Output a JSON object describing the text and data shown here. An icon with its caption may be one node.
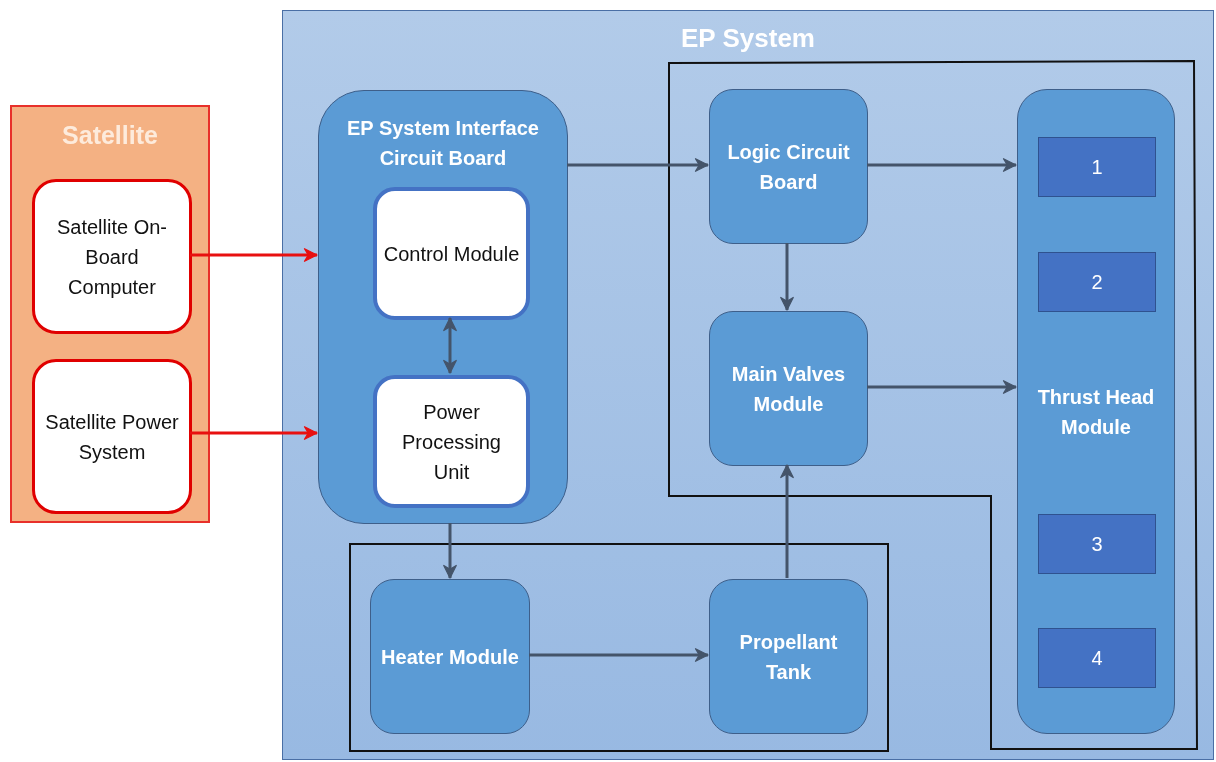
{
  "diagram": {
    "nodes": [
      {
        "text": [
          "Satellite"
        ]
      },
      {
        "text": [
          "Satellite On-Board Computer"
        ],
        "in": 0
      },
      {
        "text": [
          "Satellite Power System"
        ],
        "in": 0
      },
      {
        "text": [
          "EP System"
        ]
      },
      {
        "text": [
          "EP System Interface Circuit Board"
        ],
        "in": 3
      },
      {
        "text": [
          "Control Module"
        ],
        "in": 4
      },
      {
        "text": [
          "Power Processing Unit"
        ],
        "in": 4
      },
      {
        "text": [],
        "shape": "box",
        "in": 3
      },
      {
        "text": [
          "Logic Circuit Board"
        ],
        "in": 7
      },
      {
        "text": [
          "Main Valves Module"
        ],
        "in": 7
      },
      {
        "text": [
          "Thrust Head Module"
        ],
        "in": 7
      },
      {
        "text": [
          "1"
        ],
        "in": 10
      },
      {
        "text": [
          "2"
        ],
        "in": 10
      },
      {
        "text": [
          "3"
        ],
        "in": 10
      },
      {
        "text": [
          "4"
        ],
        "in": 10
      },
      {
        "text": [],
        "shape": "box",
        "in": 3
      },
      {
        "text": [
          "Heater Module"
        ],
        "in": 15
      },
      {
        "text": [
          "Propellant Tank"
        ],
        "in": 15
      }
    ],
    "edges": [
      {
        "from": 1,
        "to": 4,
        "arrow": "to",
        "color": "#e81010"
      },
      {
        "from": 2,
        "to": 4,
        "arrow": "to",
        "color": "#e81010"
      },
      {
        "from": 5,
        "to": 6,
        "arrow": "both"
      },
      {
        "from": 4,
        "to": 8,
        "arrow": "to"
      },
      {
        "from": 8,
        "to": 10,
        "arrow": "to"
      },
      {
        "from": 8,
        "to": 9,
        "arrow": "to"
      },
      {
        "from": 9,
        "to": 10,
        "arrow": "to"
      },
      {
        "from": 4,
        "to": 16,
        "arrow": "to"
      },
      {
        "from": 16,
        "to": 17,
        "arrow": "to"
      },
      {
        "from": 17,
        "to": 9,
        "arrow": "to"
      }
    ]
  }
}
